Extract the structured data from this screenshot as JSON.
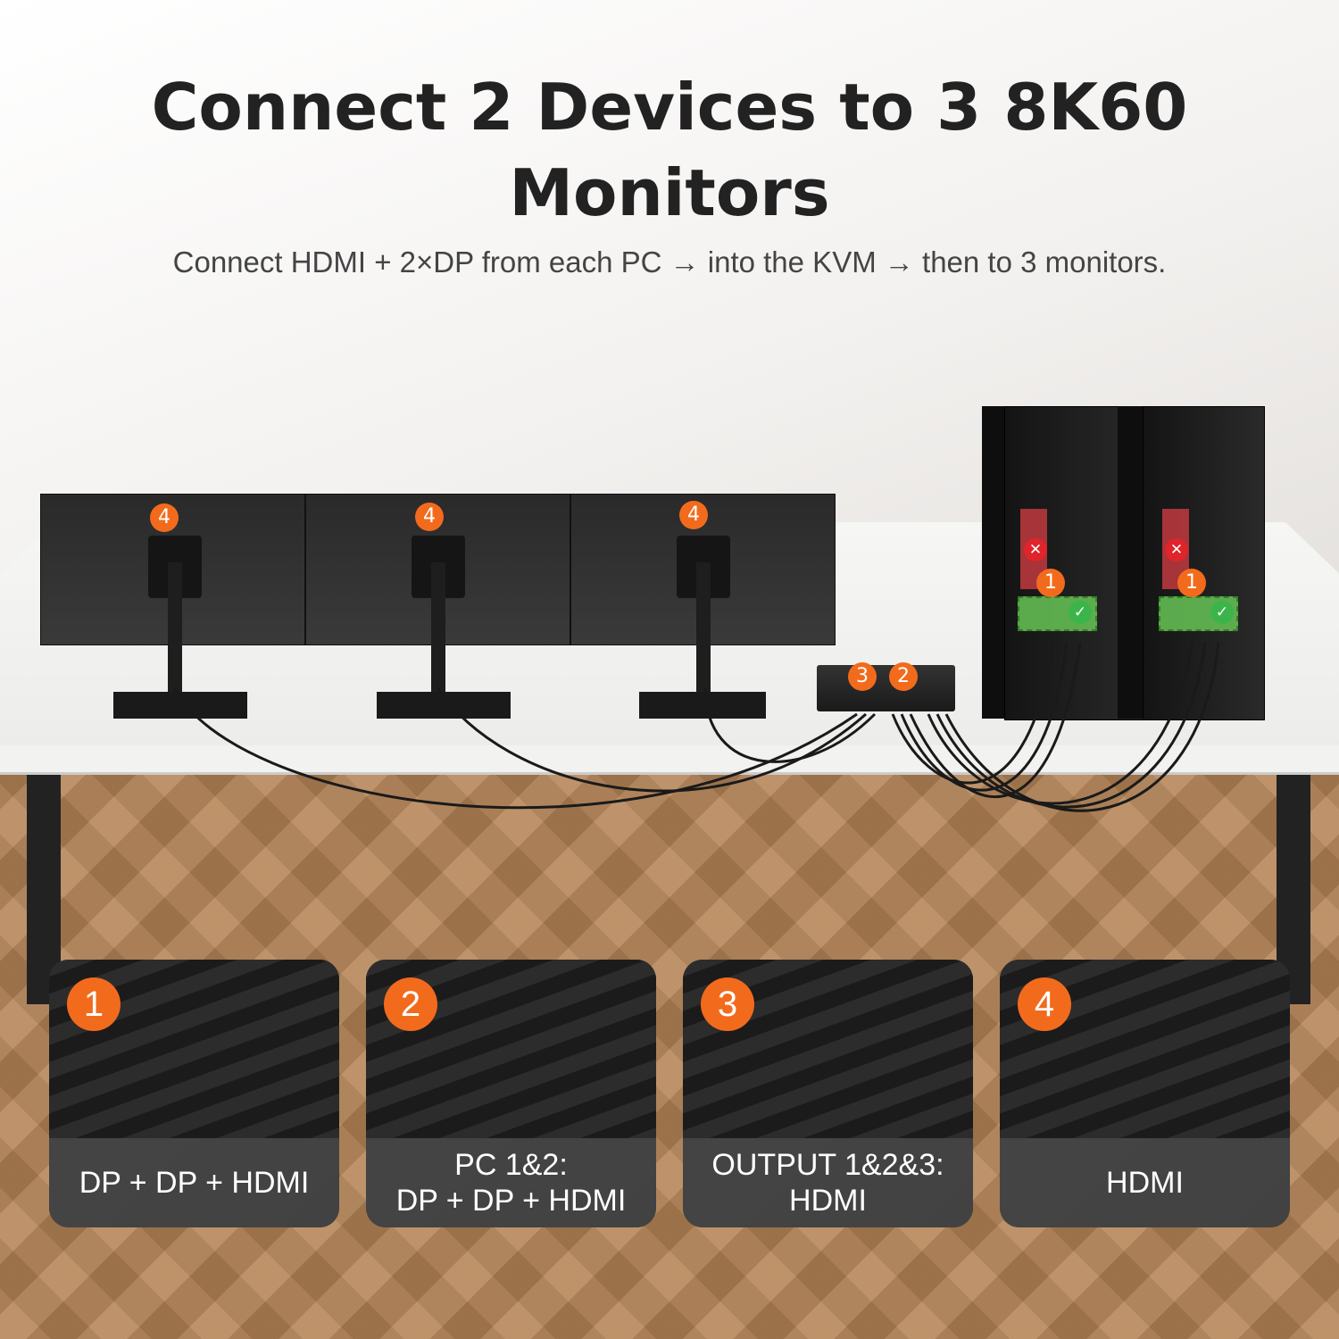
{
  "header": {
    "title": "Connect 2 Devices to 3 8K60 Monitors",
    "subtitle": "Connect HDMI + 2×DP from each PC → into the KVM → then to 3 monitors."
  },
  "scene": {
    "monitor_badges": [
      "4",
      "4",
      "4"
    ],
    "kvm_badges": [
      "3",
      "2"
    ],
    "pc_badges": [
      "1",
      "1"
    ],
    "status_icons": [
      "x-icon",
      "check-icon"
    ]
  },
  "panels": [
    {
      "number": "1",
      "caption_line1": "DP + DP + HDMI",
      "caption_line2": ""
    },
    {
      "number": "2",
      "caption_line1": "PC 1&2:",
      "caption_line2": "DP + DP + HDMI"
    },
    {
      "number": "3",
      "caption_line1": "OUTPUT 1&2&3:",
      "caption_line2": "HDMI"
    },
    {
      "number": "4",
      "caption_line1": "HDMI",
      "caption_line2": ""
    }
  ],
  "colors": {
    "accent": "#f26b1d",
    "error": "#e0242b",
    "ok": "#3bb54a"
  }
}
